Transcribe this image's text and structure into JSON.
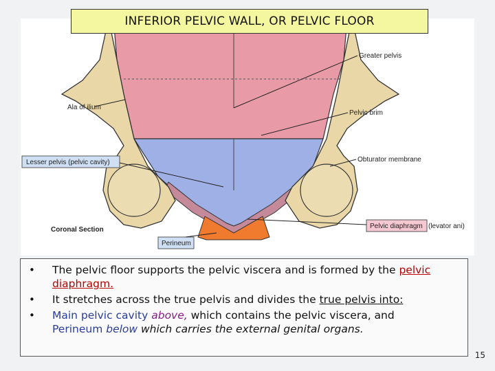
{
  "title": "INFERIOR PELVIC WALL, OR PELVIC FLOOR",
  "figure": {
    "labels": {
      "greater_pelvis": "Greater pelvis",
      "ala_of_ilium": "Ala of ilium",
      "pelvic_brim": "Pelvic brim",
      "obturator_membrane": "Obturator membrane",
      "lesser_pelvis": "Lesser pelvis (pelvic cavity)",
      "coronal_section": "Coronal Section",
      "pelvic_diaphragm": "Pelvic diaphragm",
      "levator_ani": "(levator ani)",
      "perineum": "Perineum"
    },
    "colors": {
      "greater_pelvis": "#e89aa6",
      "lesser_pelvis": "#9fb0e6",
      "perineum": "#f07a2e",
      "bone": "#e9d7a8",
      "label_box": "#cfe0f5",
      "diaphragm_box": "#f5c8d2"
    }
  },
  "bullets": {
    "b1_text": "The pelvic floor supports the pelvic viscera and is formed by the ",
    "b1_link": "pelvic diaphragm.",
    "b2_text": "It stretches across the true pelvis and divides the ",
    "b2_link": "true pelvis into:",
    "b3_red": "Main pelvic cavity",
    "b3_above": "above,",
    "b3_rest": " which contains the pelvic viscera, and",
    "b3_perineum": "Perineum",
    "b3_below": "below",
    "b3_end": " which carries the external genital organs."
  },
  "page_number": "15"
}
